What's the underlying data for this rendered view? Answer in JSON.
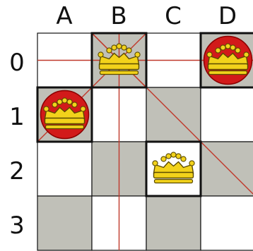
{
  "board": {
    "columns": [
      "A",
      "B",
      "C",
      "D"
    ],
    "rows": [
      "0",
      "1",
      "2",
      "3"
    ],
    "cell_colors": {
      "light": "#ffffff",
      "attacked": "#c0c0b8",
      "line": "#111111",
      "attack_line": "#c0392b",
      "queen_gold": "#f2d21b",
      "queen_outline": "#5a4a00",
      "conflict_circle": "#d21a1a"
    },
    "shaded_cells": [
      [
        0,
        1
      ],
      [
        0,
        3
      ],
      [
        1,
        0
      ],
      [
        1,
        2
      ],
      [
        2,
        1
      ],
      [
        2,
        3
      ],
      [
        3,
        0
      ],
      [
        3,
        2
      ]
    ],
    "queens": [
      {
        "row": 0,
        "col": 1,
        "conflict": false,
        "icon": "crown-icon"
      },
      {
        "row": 0,
        "col": 3,
        "conflict": true,
        "icon": "crown-icon"
      },
      {
        "row": 1,
        "col": 0,
        "conflict": true,
        "icon": "crown-icon"
      },
      {
        "row": 2,
        "col": 2,
        "conflict": false,
        "icon": "crown-icon"
      }
    ],
    "bold_cells": [
      [
        0,
        1
      ],
      [
        0,
        3
      ],
      [
        1,
        0
      ],
      [
        2,
        2
      ]
    ]
  }
}
